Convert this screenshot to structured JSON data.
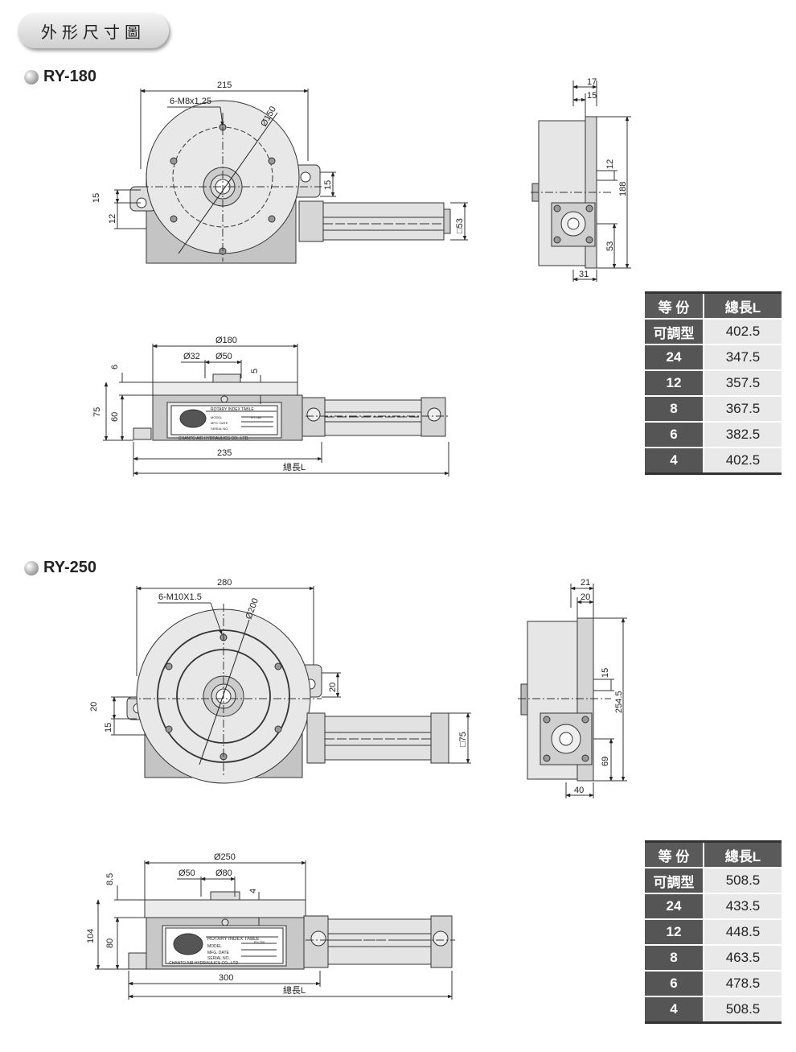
{
  "page_title": "外形尺寸圖",
  "ry180": {
    "model": "RY-180",
    "top": {
      "w215": "215",
      "thread": "6-M8x1.25",
      "dia": "Ø150",
      "d15a": "15",
      "d12": "12",
      "d15b": "15",
      "sq53": "□53"
    },
    "side": {
      "d17": "17",
      "d15": "15",
      "d12": "12",
      "d188": "188",
      "d53": "53",
      "d31": "31"
    },
    "front": {
      "d180": "Ø180",
      "d32": "Ø32",
      "d50": "Ø50",
      "d5": "5",
      "d6": "6",
      "d75": "75",
      "d60": "60",
      "d235": "235",
      "total": "總長L"
    },
    "plate": {
      "title": "ROTARY INDEX TABLE",
      "model": "MODEL",
      "date": "MFG. DATE",
      "serial": "SERIAL NO.",
      "model_value": "RY-180",
      "company": "CHANTO AIR HYDRAULICS CO., LTD."
    },
    "table": {
      "headers": [
        "等 份",
        "總長L"
      ],
      "rows": [
        [
          "可調型",
          "402.5"
        ],
        [
          "24",
          "347.5"
        ],
        [
          "12",
          "357.5"
        ],
        [
          "8",
          "367.5"
        ],
        [
          "6",
          "382.5"
        ],
        [
          "4",
          "402.5"
        ]
      ]
    }
  },
  "ry250": {
    "model": "RY-250",
    "top": {
      "w280": "280",
      "thread": "6-M10X1.5",
      "dia": "Ø200",
      "d20a": "20",
      "d15": "15",
      "d20b": "20",
      "sq75": "□75"
    },
    "side": {
      "d21": "21",
      "d20": "20",
      "d15": "15",
      "d254": "254.5",
      "d69": "69",
      "d40": "40"
    },
    "front": {
      "d250": "Ø250",
      "d50": "Ø50",
      "d80": "Ø80",
      "d4": "4",
      "d85": "8.5",
      "d104": "104",
      "d80b": "80",
      "d300": "300",
      "total": "總長L"
    },
    "plate": {
      "title": "ROTARY INDEX TABLE",
      "model": "MODEL",
      "date": "MFG. DATE",
      "serial": "SERIAL NO.",
      "model_value": "RY-250",
      "company": "CHANTO AIR HYDRAULICS CO., LTD."
    },
    "table": {
      "headers": [
        "等 份",
        "總長L"
      ],
      "rows": [
        [
          "可調型",
          "508.5"
        ],
        [
          "24",
          "433.5"
        ],
        [
          "12",
          "448.5"
        ],
        [
          "8",
          "463.5"
        ],
        [
          "6",
          "478.5"
        ],
        [
          "4",
          "508.5"
        ]
      ]
    }
  }
}
